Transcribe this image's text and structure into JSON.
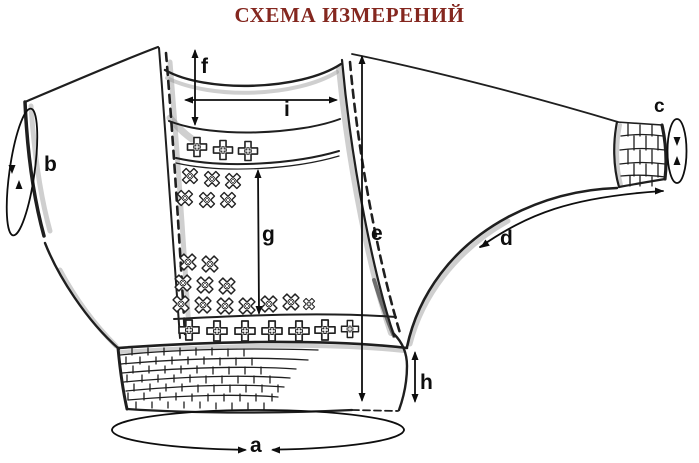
{
  "diagram": {
    "title": "СХЕМА ИЗМЕРЕНИЙ",
    "measurement_labels": {
      "a": "a",
      "b": "b",
      "c": "c",
      "d": "d",
      "e": "e",
      "f": "f",
      "g": "g",
      "h": "h",
      "i": "i"
    }
  },
  "colors": {
    "title_text": "#84271f",
    "ink": "#1f1f1f",
    "shading": "#8d8d8d",
    "paper": "#ffffff"
  }
}
